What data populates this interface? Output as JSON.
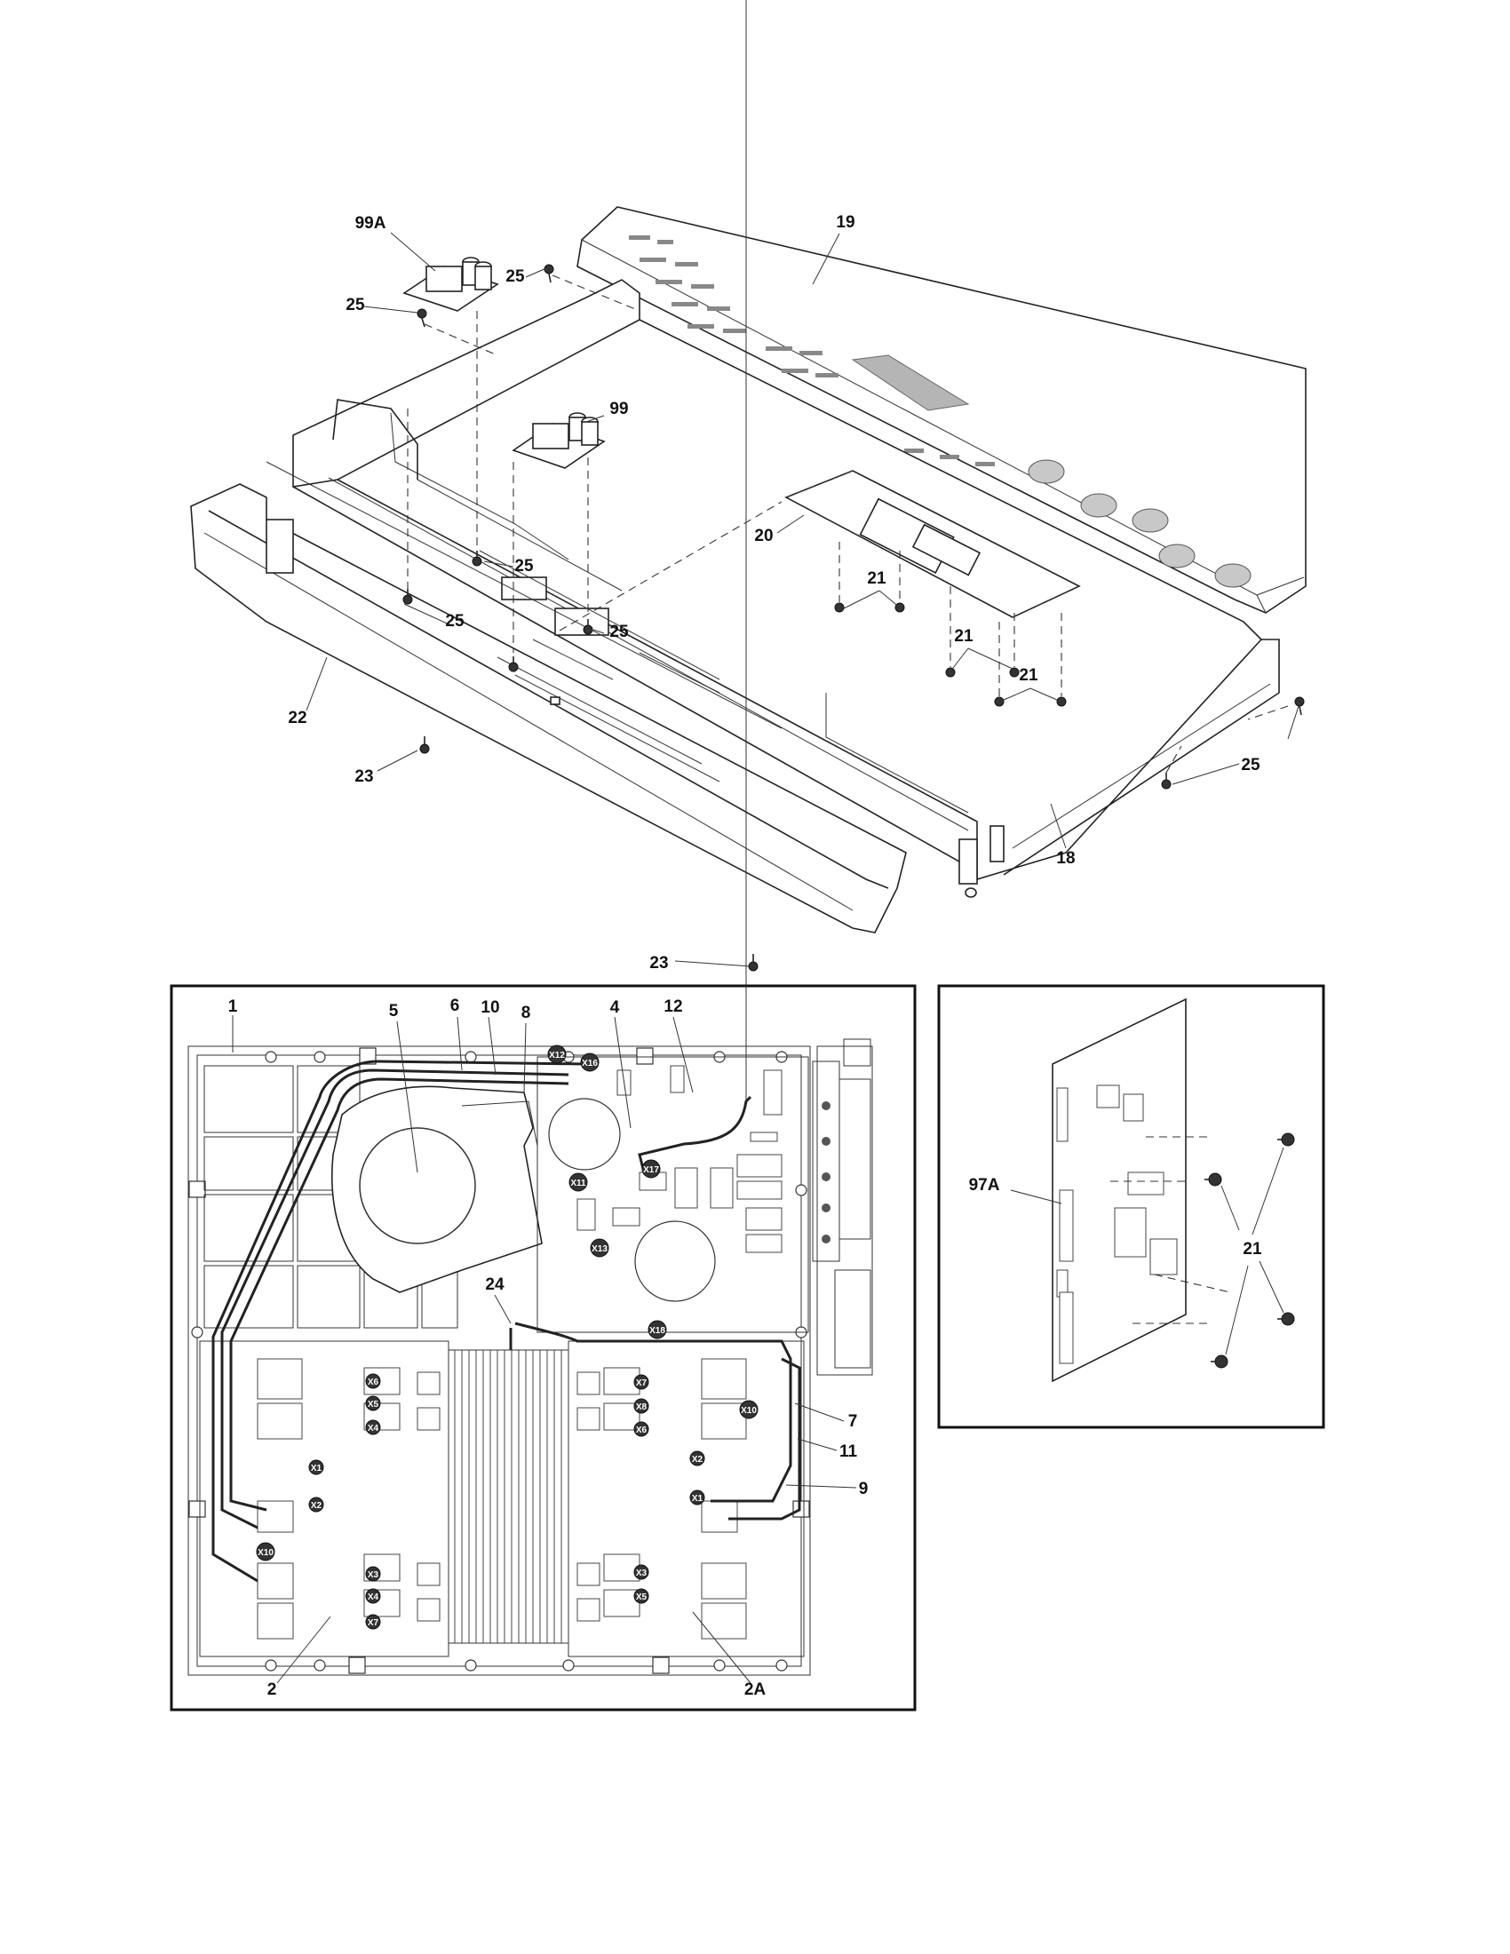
{
  "diagram": {
    "top_assembly_labels": {
      "label_99A": "99A",
      "label_99": "99",
      "label_19": "19",
      "label_20": "20",
      "label_21_a": "21",
      "label_21_b": "21",
      "label_21_c": "21",
      "label_22": "22",
      "label_23_a": "23",
      "label_23_b": "23",
      "label_25_a": "25",
      "label_25_b": "25",
      "label_25_c": "25",
      "label_25_d": "25",
      "label_25_e": "25",
      "label_25_f": "25",
      "label_18": "18"
    },
    "induction_board_labels": {
      "label_1": "1",
      "label_5": "5",
      "label_6": "6",
      "label_10": "10",
      "label_8": "8",
      "label_4": "4",
      "label_12": "12",
      "label_24": "24",
      "label_7": "7",
      "label_11": "11",
      "label_9": "9",
      "label_2": "2",
      "label_2A": "2A"
    },
    "control_board_labels": {
      "label_97A": "97A",
      "label_21": "21"
    },
    "connector_tags": {
      "x1": "X1",
      "x2": "X2",
      "x3": "X3",
      "x4": "X4",
      "x5": "X5",
      "x6": "X6",
      "x7": "X7",
      "x8": "X8",
      "x10": "X10",
      "x11": "X11",
      "x12": "X12",
      "x13": "X13",
      "x16": "X16",
      "x17": "X17",
      "x18": "X18"
    }
  }
}
